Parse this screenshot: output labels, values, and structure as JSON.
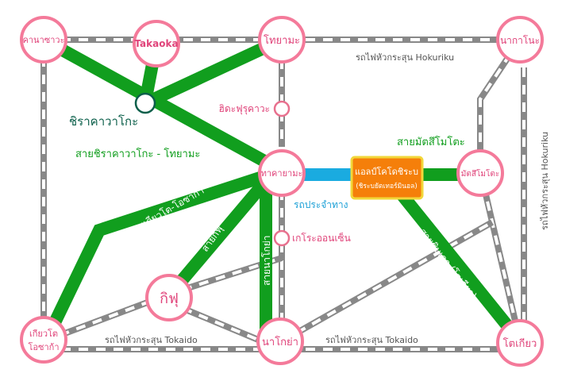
{
  "colors": {
    "shinkansen_line": "#119e1e",
    "shinkansen_text": "#ffffff",
    "line_label": "#119e1e",
    "rail_gray": "#888888",
    "rail_white": "#ffffff",
    "station_ring": "#f47a9a",
    "station_text": "#e0447a",
    "secondary_station_ring": "#e8708e",
    "hub_ring": "#0b5f4a",
    "hub_text": "#0b5f4a",
    "brt": "#1aabe0",
    "brt_text": "#1a9fd6",
    "airport_fill": "#f57f0a",
    "airport_border": "#f2d73a",
    "airport_text": "#ffffff",
    "conventional_text": "#555555",
    "secondary_station_text": "#e0447a"
  },
  "stations": {
    "kanazawa": "คานาซาวะ",
    "takaoka": "Takaoka",
    "toyama": "โทยามะ",
    "naganohoka": "นากาโนะ",
    "shirakawago": "ชิราคาวาโกะ",
    "hidafurukawa": "ฮิดะฟุรุคาวะ",
    "takayama": "ทาคายามะ",
    "matsumoto": "มัตสึโมโตะ",
    "gero": "เกโระออนเซ็น",
    "gifu": "กิฟุ",
    "kyoto_osaka_line1": "เกียวโต",
    "kyoto_osaka_line2": "โอซาก้า",
    "nagoya": "นาโกย่า",
    "tokyo": "โตเกียว"
  },
  "airport": {
    "name": "แอลป์โคโดชิระบ",
    "subtitle": "(ชิระบยัตเทอร์มินอล)"
  },
  "lines": {
    "shirakawago_toyama": "สายชิราคาวาโกะ - โทยามะ",
    "kyoto_osaka": "สายเกียวโต-โอซาก้า",
    "gifu": "สายกิฟุ",
    "nagoya": "สายนาโกย่า",
    "chuo_tokyo": "สายชินเจก (โตเกียว)",
    "matsumoto": "สายมัตสึโมโตะ",
    "brt": "รถประจำทาง"
  },
  "rail_labels": {
    "hokuriku_top": "รถไฟหัวกระสุน Hokuriku",
    "hokuriku_right": "รถไฟหัวกระสุน Hokuriku",
    "tokaido_left": "รถไฟหัวกระสุน Tokaido",
    "tokaido_right": "รถไฟหัวกระสุน Tokaido"
  }
}
